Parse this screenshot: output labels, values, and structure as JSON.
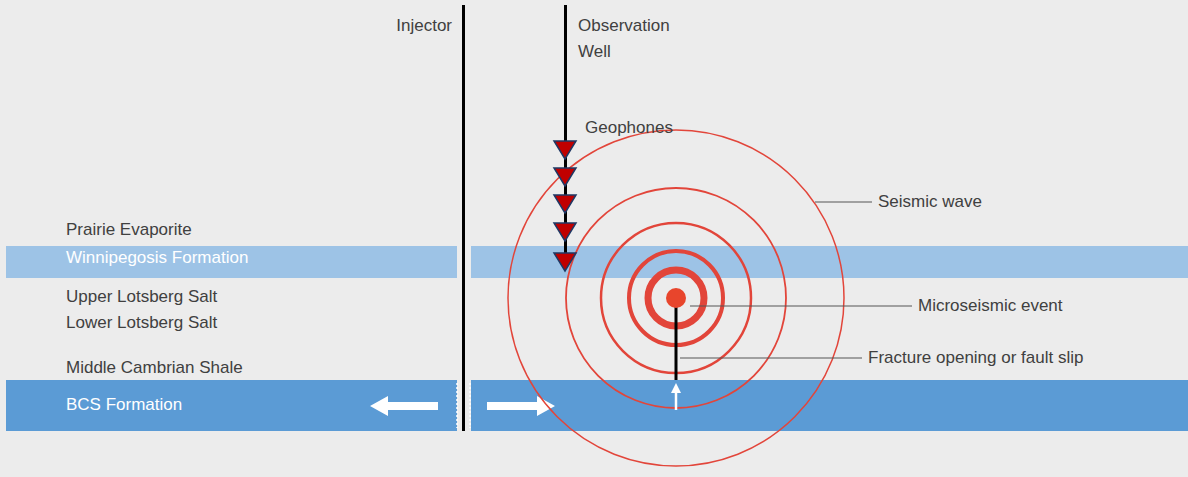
{
  "diagram": {
    "nodes": [
      {
        "text": [
          "Winnipegosis Formation"
        ]
      },
      {
        "text": [
          "BCS Formation"
        ]
      }
    ],
    "labels": [
      "Injector",
      "Observation Well",
      "Geophones",
      "Seismic wave",
      "Prairie Evaporite",
      "Upper Lotsberg Salt",
      "Microseismic event",
      "Lower Lotsberg Salt",
      "Middle Cambrian Shale",
      "Fracture opening or fault slip"
    ]
  }
}
